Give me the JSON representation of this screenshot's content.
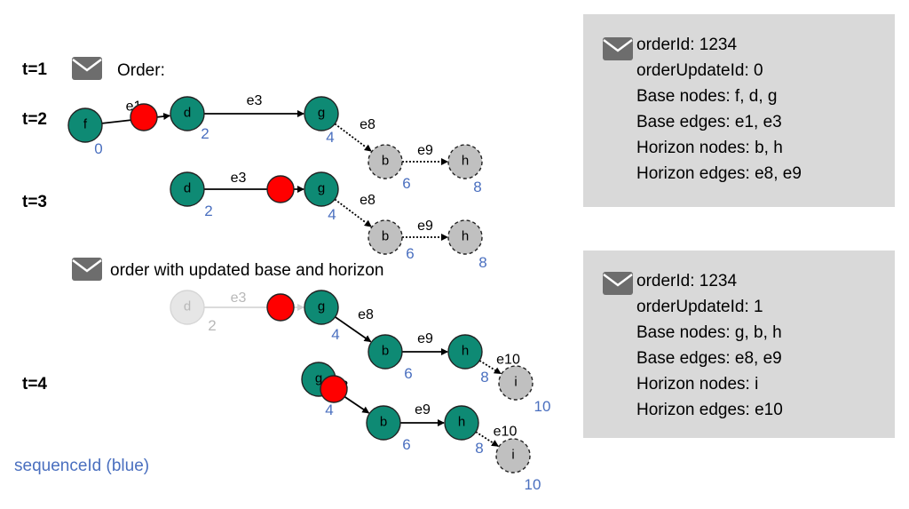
{
  "time_labels": {
    "t1": "t=1",
    "t2": "t=2",
    "t3": "t=3",
    "t4": "t=4"
  },
  "messages": {
    "order": "Order:",
    "order_update": "order with updated base and horizon"
  },
  "legend": "sequenceId (blue)",
  "colors": {
    "base_node": "#0e8a74",
    "horizon_node": "#c0c0c0",
    "vehicle": "#ff0000",
    "sequence_id": "#4a6fbf",
    "faded": "#cfcfcf",
    "panel_bg": "#d9d9d9",
    "envelope": "#6d6d6d"
  },
  "graphs": {
    "t2": {
      "nodes": [
        {
          "id": "f",
          "seq": "0",
          "type": "base"
        },
        {
          "id": "d",
          "seq": "2",
          "type": "base"
        },
        {
          "id": "g",
          "seq": "4",
          "type": "base"
        },
        {
          "id": "b",
          "seq": "6",
          "type": "horizon"
        },
        {
          "id": "h",
          "seq": "8",
          "type": "horizon"
        }
      ],
      "edges": [
        {
          "id": "e1",
          "from": "f",
          "to": "d",
          "type": "base"
        },
        {
          "id": "e3",
          "from": "d",
          "to": "g",
          "type": "base"
        },
        {
          "id": "e8",
          "from": "g",
          "to": "b",
          "type": "horizon"
        },
        {
          "id": "e9",
          "from": "b",
          "to": "h",
          "type": "horizon"
        }
      ],
      "vehicle_on_edge": "e1"
    },
    "t3": {
      "nodes": [
        {
          "id": "d",
          "seq": "2",
          "type": "base"
        },
        {
          "id": "g",
          "seq": "4",
          "type": "base"
        },
        {
          "id": "b",
          "seq": "6",
          "type": "horizon"
        },
        {
          "id": "h",
          "seq": "8",
          "type": "horizon"
        }
      ],
      "edges": [
        {
          "id": "e3",
          "from": "d",
          "to": "g",
          "type": "base"
        },
        {
          "id": "e8",
          "from": "g",
          "to": "b",
          "type": "horizon"
        },
        {
          "id": "e9",
          "from": "b",
          "to": "h",
          "type": "horizon"
        }
      ],
      "vehicle_on_edge": "e3"
    },
    "t3_update": {
      "nodes": [
        {
          "id": "d",
          "seq": "2",
          "type": "faded"
        },
        {
          "id": "g",
          "seq": "4",
          "type": "base"
        },
        {
          "id": "b",
          "seq": "6",
          "type": "base"
        },
        {
          "id": "h",
          "seq": "8",
          "type": "base"
        },
        {
          "id": "i",
          "seq": "10",
          "type": "horizon"
        }
      ],
      "edges": [
        {
          "id": "e3",
          "from": "d",
          "to": "g",
          "type": "faded"
        },
        {
          "id": "e8",
          "from": "g",
          "to": "b",
          "type": "base"
        },
        {
          "id": "e9",
          "from": "b",
          "to": "h",
          "type": "base"
        },
        {
          "id": "e10",
          "from": "h",
          "to": "i",
          "type": "horizon"
        }
      ],
      "vehicle_on_edge": "e3"
    },
    "t4": {
      "nodes": [
        {
          "id": "g",
          "seq": "4",
          "type": "base"
        },
        {
          "id": "b",
          "seq": "6",
          "type": "base"
        },
        {
          "id": "h",
          "seq": "8",
          "type": "base"
        },
        {
          "id": "i",
          "seq": "10",
          "type": "horizon"
        }
      ],
      "edges": [
        {
          "id": "e8",
          "from": "g",
          "to": "b",
          "type": "base"
        },
        {
          "id": "e9",
          "from": "b",
          "to": "h",
          "type": "base"
        },
        {
          "id": "e10",
          "from": "h",
          "to": "i",
          "type": "horizon"
        }
      ],
      "vehicle_on_node": "g"
    }
  },
  "panels": [
    {
      "lines": [
        "orderId: 1234",
        "orderUpdateId: 0",
        "Base nodes: f, d, g",
        "Base edges: e1, e3",
        "Horizon nodes: b, h",
        "Horizon edges: e8, e9"
      ]
    },
    {
      "lines": [
        "orderId: 1234",
        "orderUpdateId: 1",
        "Base nodes: g, b, h",
        "Base edges: e8, e9",
        "Horizon nodes: i",
        "Horizon edges: e10"
      ]
    }
  ]
}
